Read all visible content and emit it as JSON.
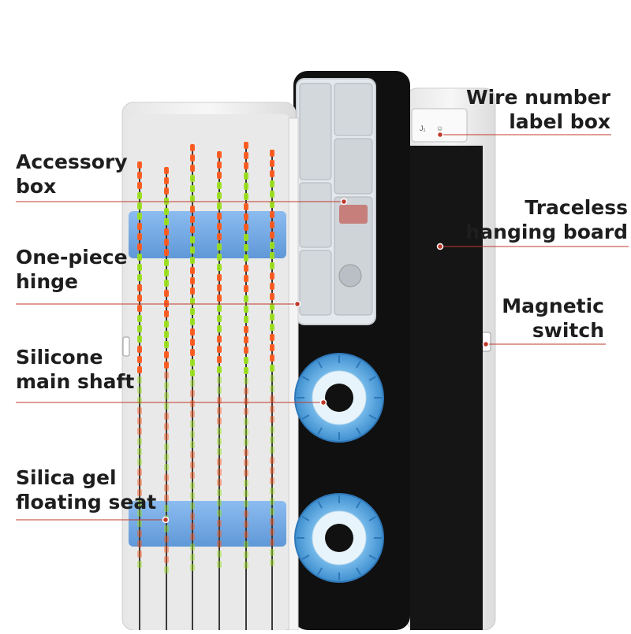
{
  "colors": {
    "background": "#ffffff",
    "callout_line": "#c0392b",
    "label_text": "#1e1e1e",
    "case_white": "#f2f2f2",
    "case_black": "#0f0f0f",
    "spool_blue": "#5aa8dc",
    "float_orange": "#ff5a1e",
    "float_green": "#9be01e",
    "rack_blue": "#6ea8e6"
  },
  "labels": {
    "accessory_box": [
      "Accessory",
      "box"
    ],
    "one_piece_hinge": [
      "One-piece",
      "hinge"
    ],
    "silicone_main_shaft": [
      "Silicone",
      "main shaft"
    ],
    "silica_gel_floating_seat": [
      "Silica gel",
      "floating seat"
    ],
    "wire_number_label_box": [
      "Wire number",
      "label box"
    ],
    "traceless_hanging_board": [
      "Traceless",
      "hanging board"
    ],
    "magnetic_switch": [
      "Magnetic",
      "switch"
    ]
  },
  "label_box_tags": [
    "J₁",
    "☺"
  ],
  "float_count": 6,
  "spool_count": 2
}
